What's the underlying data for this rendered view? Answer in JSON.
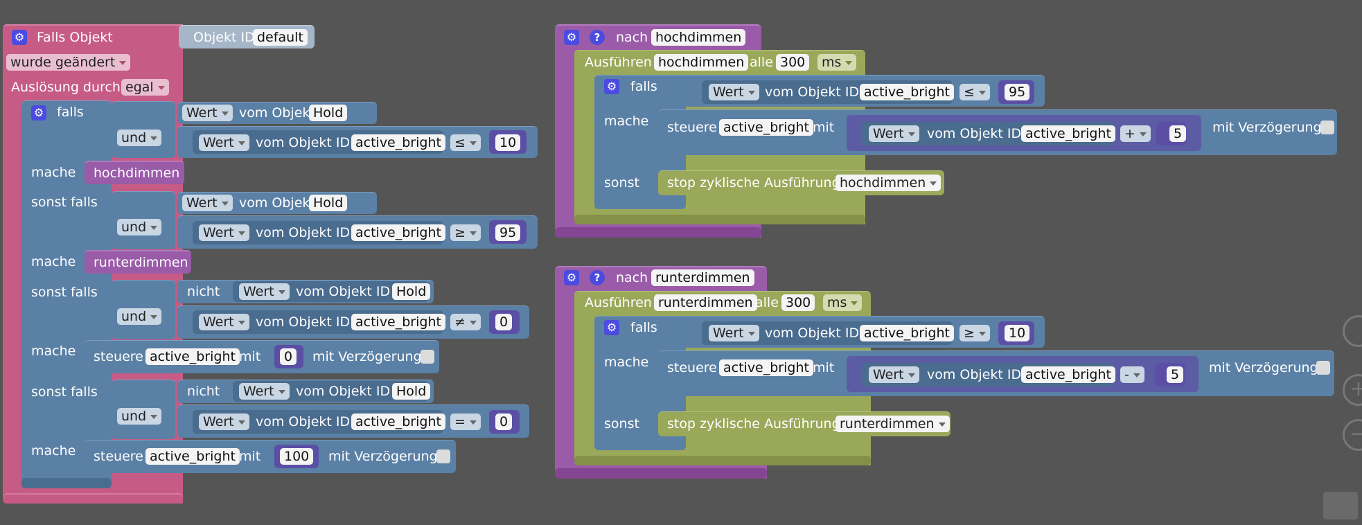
{
  "left": {
    "header": "Falls Objekt",
    "objid_label": "Objekt ID",
    "objid_value": "default",
    "changed": "wurde geändert",
    "trigger_label": "Auslösung durch",
    "trigger_value": "egal",
    "falls": "falls",
    "und": "und",
    "mache": "mache",
    "sonst_falls": "sonst falls",
    "nicht": "nicht",
    "wert": "Wert",
    "vom_objekt_id": "vom Objekt ID",
    "hold": "Hold",
    "active_bright": "active_bright",
    "op_le": "≤",
    "op_ge": "≥",
    "op_ne": "≠",
    "op_eq": "=",
    "v10": "10",
    "v95": "95",
    "v0": "0",
    "v100": "100",
    "call_up": "hochdimmen",
    "call_down": "runterdimmen",
    "steuere": "steuere",
    "mit": "mit",
    "mit_verz": "mit Verzögerung"
  },
  "top_right": {
    "nach": "nach",
    "name": "hochdimmen",
    "ausfuehren": "Ausführen",
    "alle": "alle",
    "interval": "300",
    "unit": "ms",
    "falls": "falls",
    "mache": "mache",
    "sonst": "sonst",
    "op": "≤",
    "threshold": "95",
    "math_op": "+",
    "step": "5",
    "stop": "stop zyklische Ausführung"
  },
  "bottom_right": {
    "nach": "nach",
    "name": "runterdimmen",
    "ausfuehren": "Ausführen",
    "alle": "alle",
    "interval": "300",
    "unit": "ms",
    "falls": "falls",
    "mache": "mache",
    "sonst": "sonst",
    "op": "≥",
    "threshold": "10",
    "math_op": "-",
    "step": "5",
    "stop": "stop zyklische Ausführung"
  },
  "icons": {
    "gear": "⚙",
    "help": "?",
    "zoom_in": "+",
    "zoom_out": "−"
  }
}
